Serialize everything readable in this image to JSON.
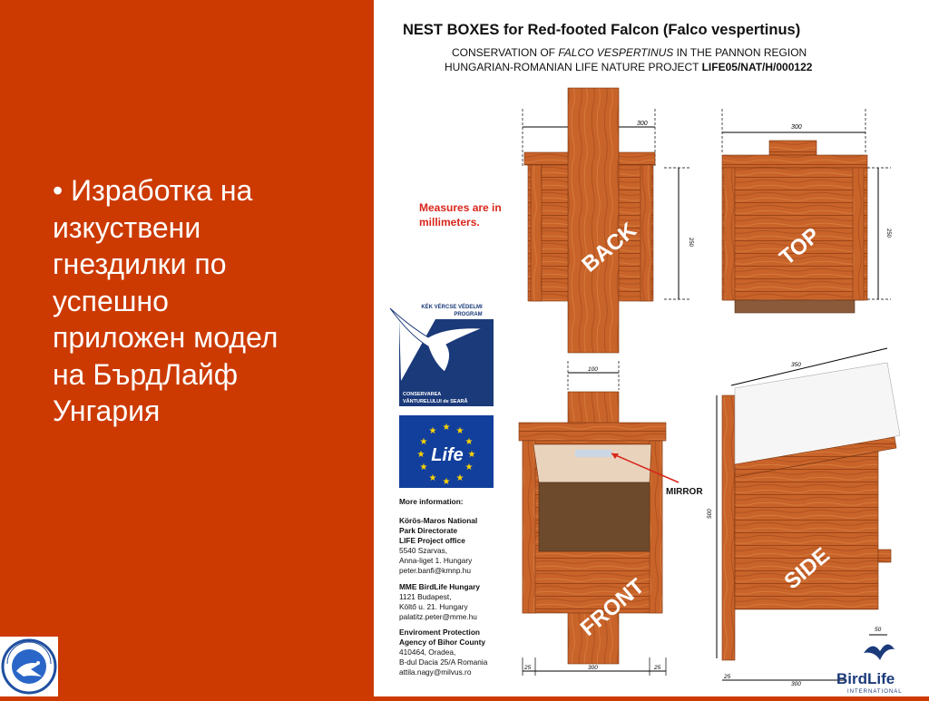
{
  "slide": {
    "bullet_marker": "•",
    "bullet_lines": [
      "Изработка на",
      "изкуствени",
      "гнездилки по",
      "успешно",
      "приложен модел",
      "на БърдЛайф",
      "Унгария"
    ],
    "colors": {
      "background": "#cc3a02",
      "text": "#ffffff"
    }
  },
  "poster": {
    "title": "NEST BOXES for Red-footed Falcon (Falco vespertinus)",
    "subtitle_1_pre": "CONSERVATION OF ",
    "subtitle_1_italic": "FALCO VESPERTINUS",
    "subtitle_1_post": " IN THE PANNON REGION",
    "subtitle_2_pre": "HUNGARIAN-ROMANIAN LIFE NATURE PROJECT ",
    "subtitle_2_bold": "LIFE05/NAT/H/000122",
    "measures_note_1": "Measures are in",
    "measures_note_2": "millimeters.",
    "view_labels": {
      "back": "BACK",
      "top": "TOP",
      "front": "FRONT",
      "side": "SIDE"
    },
    "dimensions": {
      "back_width": "300",
      "top_width": "300",
      "back_height": "250",
      "top_height": "250",
      "front_post": "100",
      "side_roof": "350",
      "side_height": "500",
      "side_perch": "50",
      "bottom_left": "25",
      "bottom_center": "300",
      "bottom_right": "25",
      "side_bottom_left": "25",
      "side_bottom_center": "300"
    },
    "mirror_label": "MIRROR",
    "program_logo": {
      "top_1": "KÉK VÉRCSE VÉDELMI",
      "top_2": "PROGRAM",
      "bottom_1": "CONSERVAREA",
      "bottom_2": "VÂNTURELULUI de SEARĂ"
    },
    "life_logo_text": "Life",
    "more_info_title": "More information:",
    "contacts": [
      {
        "bold": [
          "Körös-Maros National",
          "Park Directorate",
          "LIFE Project office"
        ],
        "lines": [
          "5540 Szarvas,",
          "Anna-liget 1. Hungary",
          "peter.banfi@kmnp.hu"
        ]
      },
      {
        "bold": [
          "MME BirdLife Hungary"
        ],
        "lines": [
          "1121 Budapest,",
          "Költő u. 21. Hungary",
          "palatitz.peter@mme.hu"
        ]
      },
      {
        "bold": [
          "Enviroment Protection",
          "Agency of Bihor County"
        ],
        "lines": [
          "410464, Oradea,",
          "B-dul Dacia 25/A Romania",
          "attila.nagy@milvus.ro"
        ]
      }
    ],
    "birdlife_logo": {
      "name": "BirdLife",
      "sub": "INTERNATIONAL"
    },
    "colors": {
      "wood": "#c8632a",
      "wood_dark": "#a54b1c",
      "navy": "#1b3a7a",
      "eu_blue": "#123f9c",
      "eu_star": "#ffd500",
      "hole": "#6e4a2c"
    }
  },
  "corner_logo": {
    "icon": "bird-society-logo"
  }
}
